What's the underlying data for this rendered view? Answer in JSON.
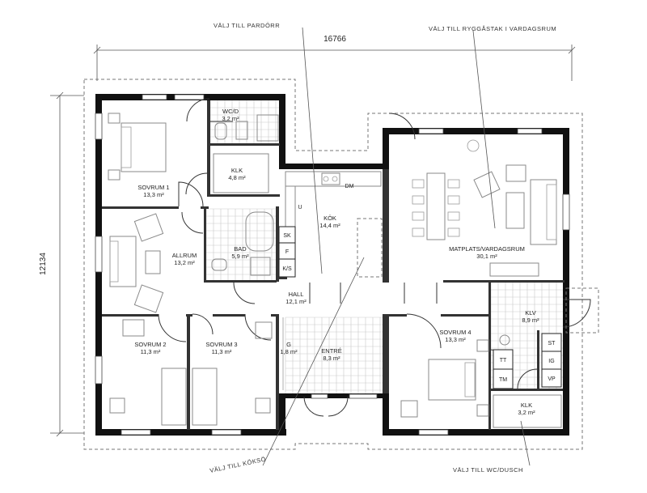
{
  "dimensions": {
    "width": "16766",
    "height": "12134"
  },
  "callouts": {
    "pardorr": "VÄLJ TILL PARDÖRR",
    "ryggastak": "VÄLJ TILL RYGGÅSTAK I VARDAGSRUM",
    "koksö": "VÄLJ TILL KÖKSÖ",
    "wc": "VÄLJ TILL WC/DUSCH"
  },
  "rooms": {
    "wc": {
      "name": "WC/D",
      "area": "3,2 m²"
    },
    "klk1": {
      "name": "KLK",
      "area": "4,8 m²"
    },
    "sovrum1": {
      "name": "SOVRUM 1",
      "area": "13,3 m²"
    },
    "kok": {
      "name": "KÖK",
      "area": "14,4 m²"
    },
    "allrum": {
      "name": "ALLRUM",
      "area": "13,2 m²"
    },
    "bad": {
      "name": "BAD",
      "area": "5,9 m²"
    },
    "matplats": {
      "name": "MATPLATS/VARDAGSRUM",
      "area": "30,1 m²"
    },
    "hall": {
      "name": "HALL",
      "area": "12,1 m²"
    },
    "klv": {
      "name": "KLV",
      "area": "8,9 m²"
    },
    "sovrum2": {
      "name": "SOVRUM 2",
      "area": "11,3 m²"
    },
    "sovrum3": {
      "name": "SOVRUM 3",
      "area": "11,3 m²"
    },
    "g": {
      "name": "G",
      "area": "1,8 m²"
    },
    "entre": {
      "name": "ENTRÉ",
      "area": "8,3 m²"
    },
    "sovrum4": {
      "name": "SOVRUM 4",
      "area": "13,3 m²"
    },
    "klk2": {
      "name": "KLK",
      "area": "3,2 m²"
    }
  },
  "fixtures": {
    "dm": "DM",
    "u": "U",
    "sk": "SK",
    "f": "F",
    "ks": "K/S",
    "st": "ST",
    "tt": "TT",
    "tm": "TM",
    "ig": "IG",
    "vp": "VP"
  }
}
